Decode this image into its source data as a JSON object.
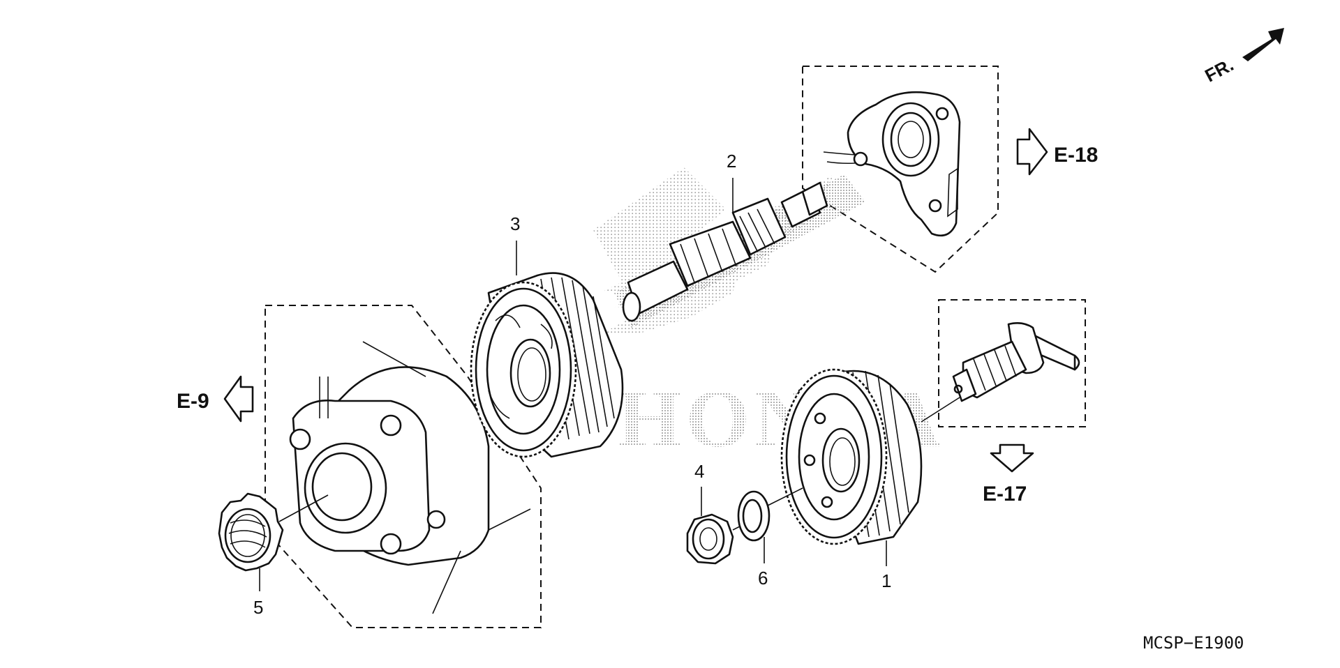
{
  "diagram": {
    "callouts": {
      "c1": "1",
      "c2": "2",
      "c3": "3",
      "c4": "4",
      "c5": "5",
      "c6": "6"
    },
    "references": {
      "e18": "E-18",
      "e9": "E-9",
      "e17": "E-17"
    },
    "front_marker": "FR.",
    "watermark": "HONDA",
    "diagram_code": "MCSP−E1900"
  }
}
